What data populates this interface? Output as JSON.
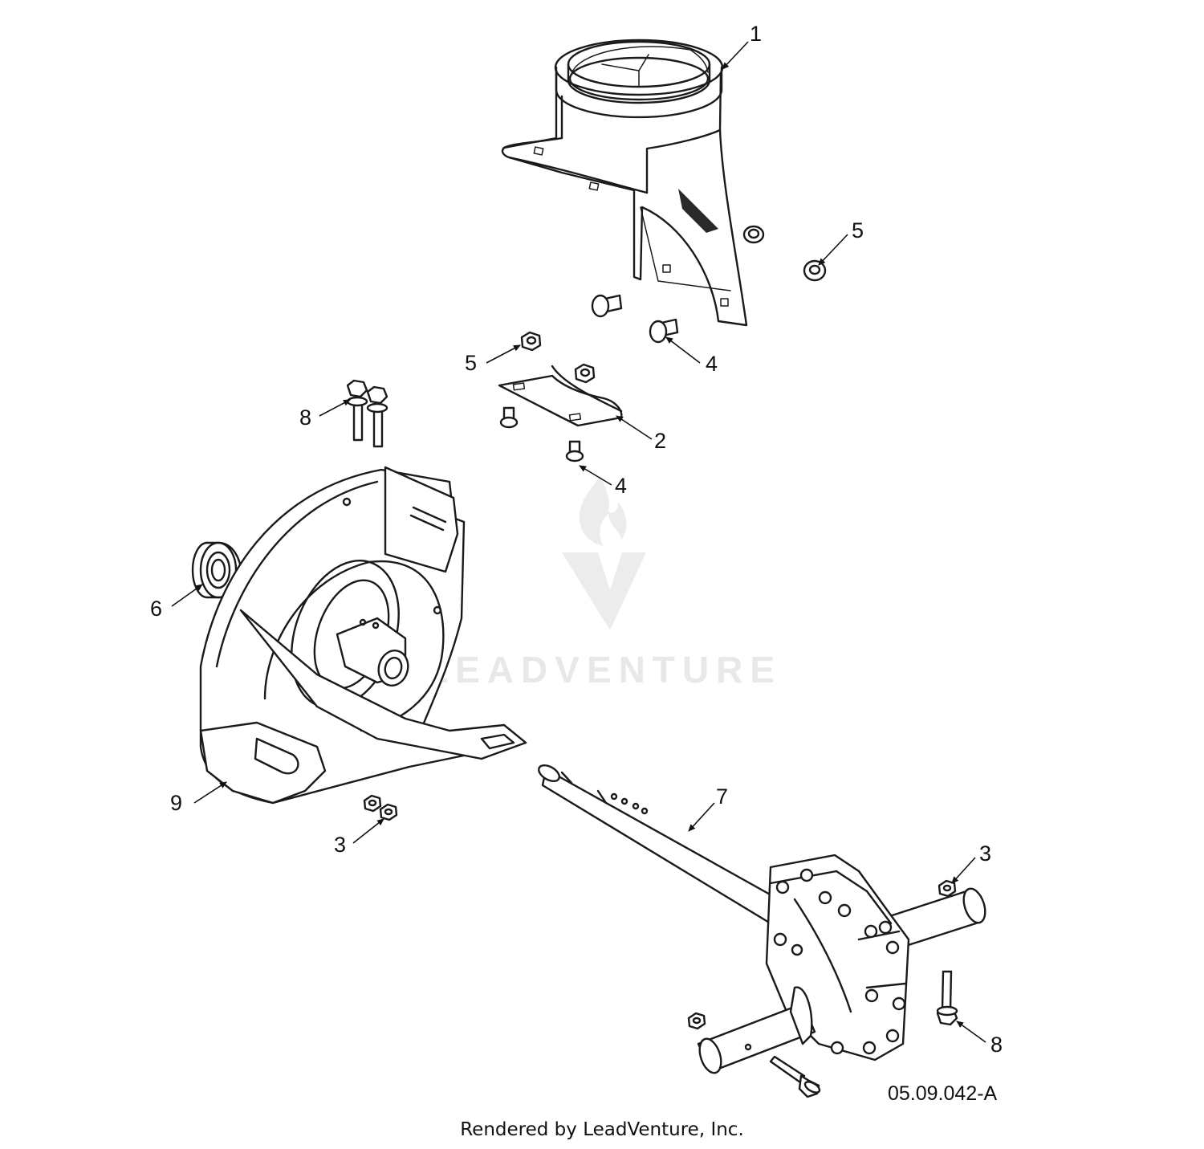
{
  "diagram": {
    "drawing_code": "05.09.042-A",
    "footer": "Rendered by LeadVenture, Inc.",
    "watermark": "LEADVENTURE",
    "callouts": {
      "c1": "1",
      "c2": "2",
      "c3a": "3",
      "c3b": "3",
      "c4a": "4",
      "c4b": "4",
      "c5a": "5",
      "c5b": "5",
      "c6": "6",
      "c7": "7",
      "c8a": "8",
      "c8b": "8",
      "c9": "9"
    }
  }
}
